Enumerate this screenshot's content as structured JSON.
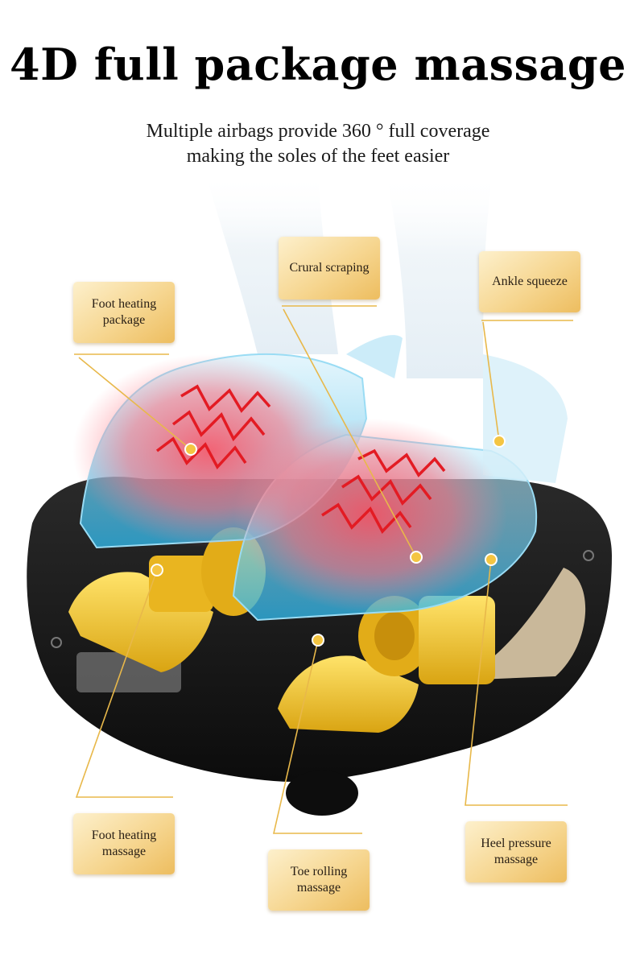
{
  "title": "4D full package massage",
  "subtitle": {
    "line1": "Multiple airbags provide 360 ° full coverage",
    "line2": "making the soles of the feet easier"
  },
  "labels": {
    "crural_scraping": "Crural scraping",
    "ankle_squeeze": "Ankle squeeze",
    "foot_heating_package": "Foot heating package",
    "foot_heating_massage": "Foot heating massage",
    "toe_rolling_massage": "Toe rolling massage",
    "heel_pressure_massage": "Heel pressure massage"
  },
  "colors": {
    "label_gold": "#f6d690",
    "leader_line": "#e8b84a",
    "base_black": "#151515",
    "roller_yellow": "#f2c62a",
    "airbag_blue": "#7fd3ef",
    "heat_red": "#e53935"
  }
}
